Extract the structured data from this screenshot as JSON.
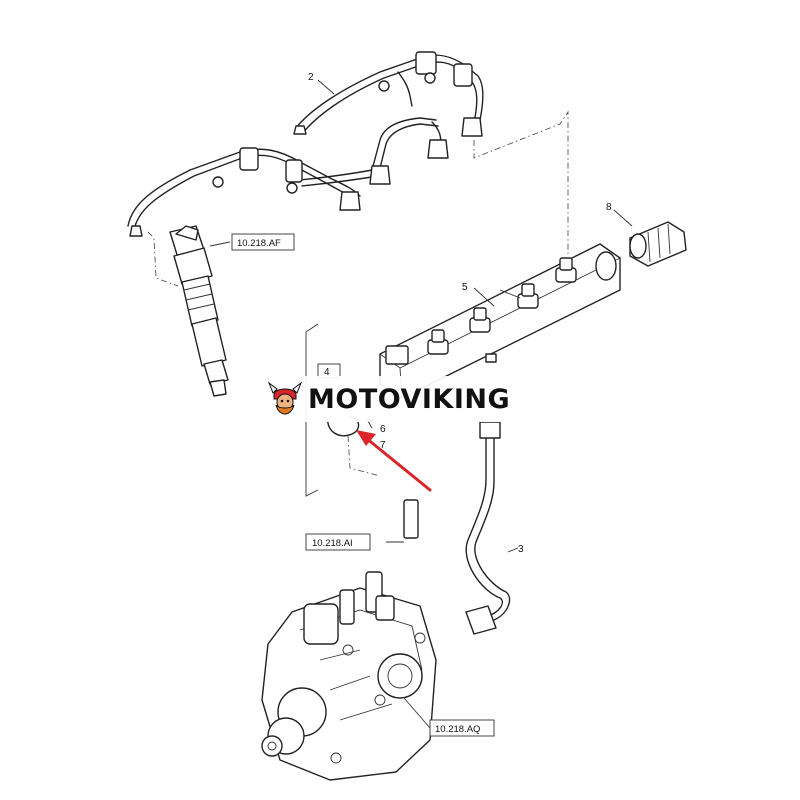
{
  "diagram": {
    "callouts": {
      "c2": "2",
      "c3": "3",
      "c4": "4",
      "c5": "5",
      "c6": "6",
      "c7": "7",
      "c8": "8"
    },
    "references": {
      "injector_ref": "10.218.AF",
      "sleeve_ref": "10.218.AI",
      "pump_ref": "10.218.AQ"
    }
  },
  "watermark": {
    "brand": "MOTOVIKING",
    "logo_icon": "viking-mascot-icon"
  },
  "colors": {
    "line": "#222222",
    "arrow": "#d8262a",
    "background": "#ffffff"
  }
}
